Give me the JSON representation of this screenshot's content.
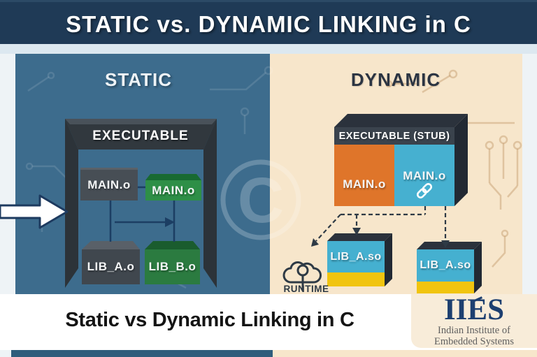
{
  "header": {
    "title": "STATIC vs. DYNAMIC LINKING in C"
  },
  "panels": {
    "static": {
      "heading": "STATIC",
      "executable_label": "EXECUTABLE",
      "boxes": {
        "main_left": "MAIN.o",
        "main_right": "MAIN.o",
        "lib_left": "LIB_A.o",
        "lib_right": "LIB_B.o"
      }
    },
    "dynamic": {
      "heading": "DYNAMIC",
      "stub_label": "EXECUTABLE (STUB)",
      "boxes": {
        "main_left": "MAIN.o",
        "main_right": "MAIN.o",
        "lib_left": "LIB_A.so",
        "lib_right": "LIB_A.so"
      },
      "runtime_label": "RUNTIME"
    }
  },
  "watermark": {
    "letter": "C"
  },
  "icons": {
    "link": "link-icon",
    "cloud": "cloud-download-icon",
    "flow_arrow": "flow-arrow-icon",
    "watermark": "copyright-c-watermark-icon"
  },
  "footer": {
    "caption": "Static vs Dynamic Linking in C",
    "logo": {
      "acronym": "IIES",
      "line1": "Indian Institute of",
      "line2": "Embedded Systems"
    }
  },
  "colors": {
    "header_navy": "#1f3a56",
    "panel_blue": "#3d6c8d",
    "panel_cream": "#f7e6cb",
    "frame_dark": "#31383e",
    "box_gray": "#474e55",
    "box_green": "#2e8f47",
    "stub_orange": "#df752a",
    "stub_blue": "#46b0d0",
    "lib_yellow": "#f1c40f",
    "connector_navy": "#1c3e63",
    "dashed_dark": "#2e3a45",
    "logo_navy": "#1d3f70"
  }
}
